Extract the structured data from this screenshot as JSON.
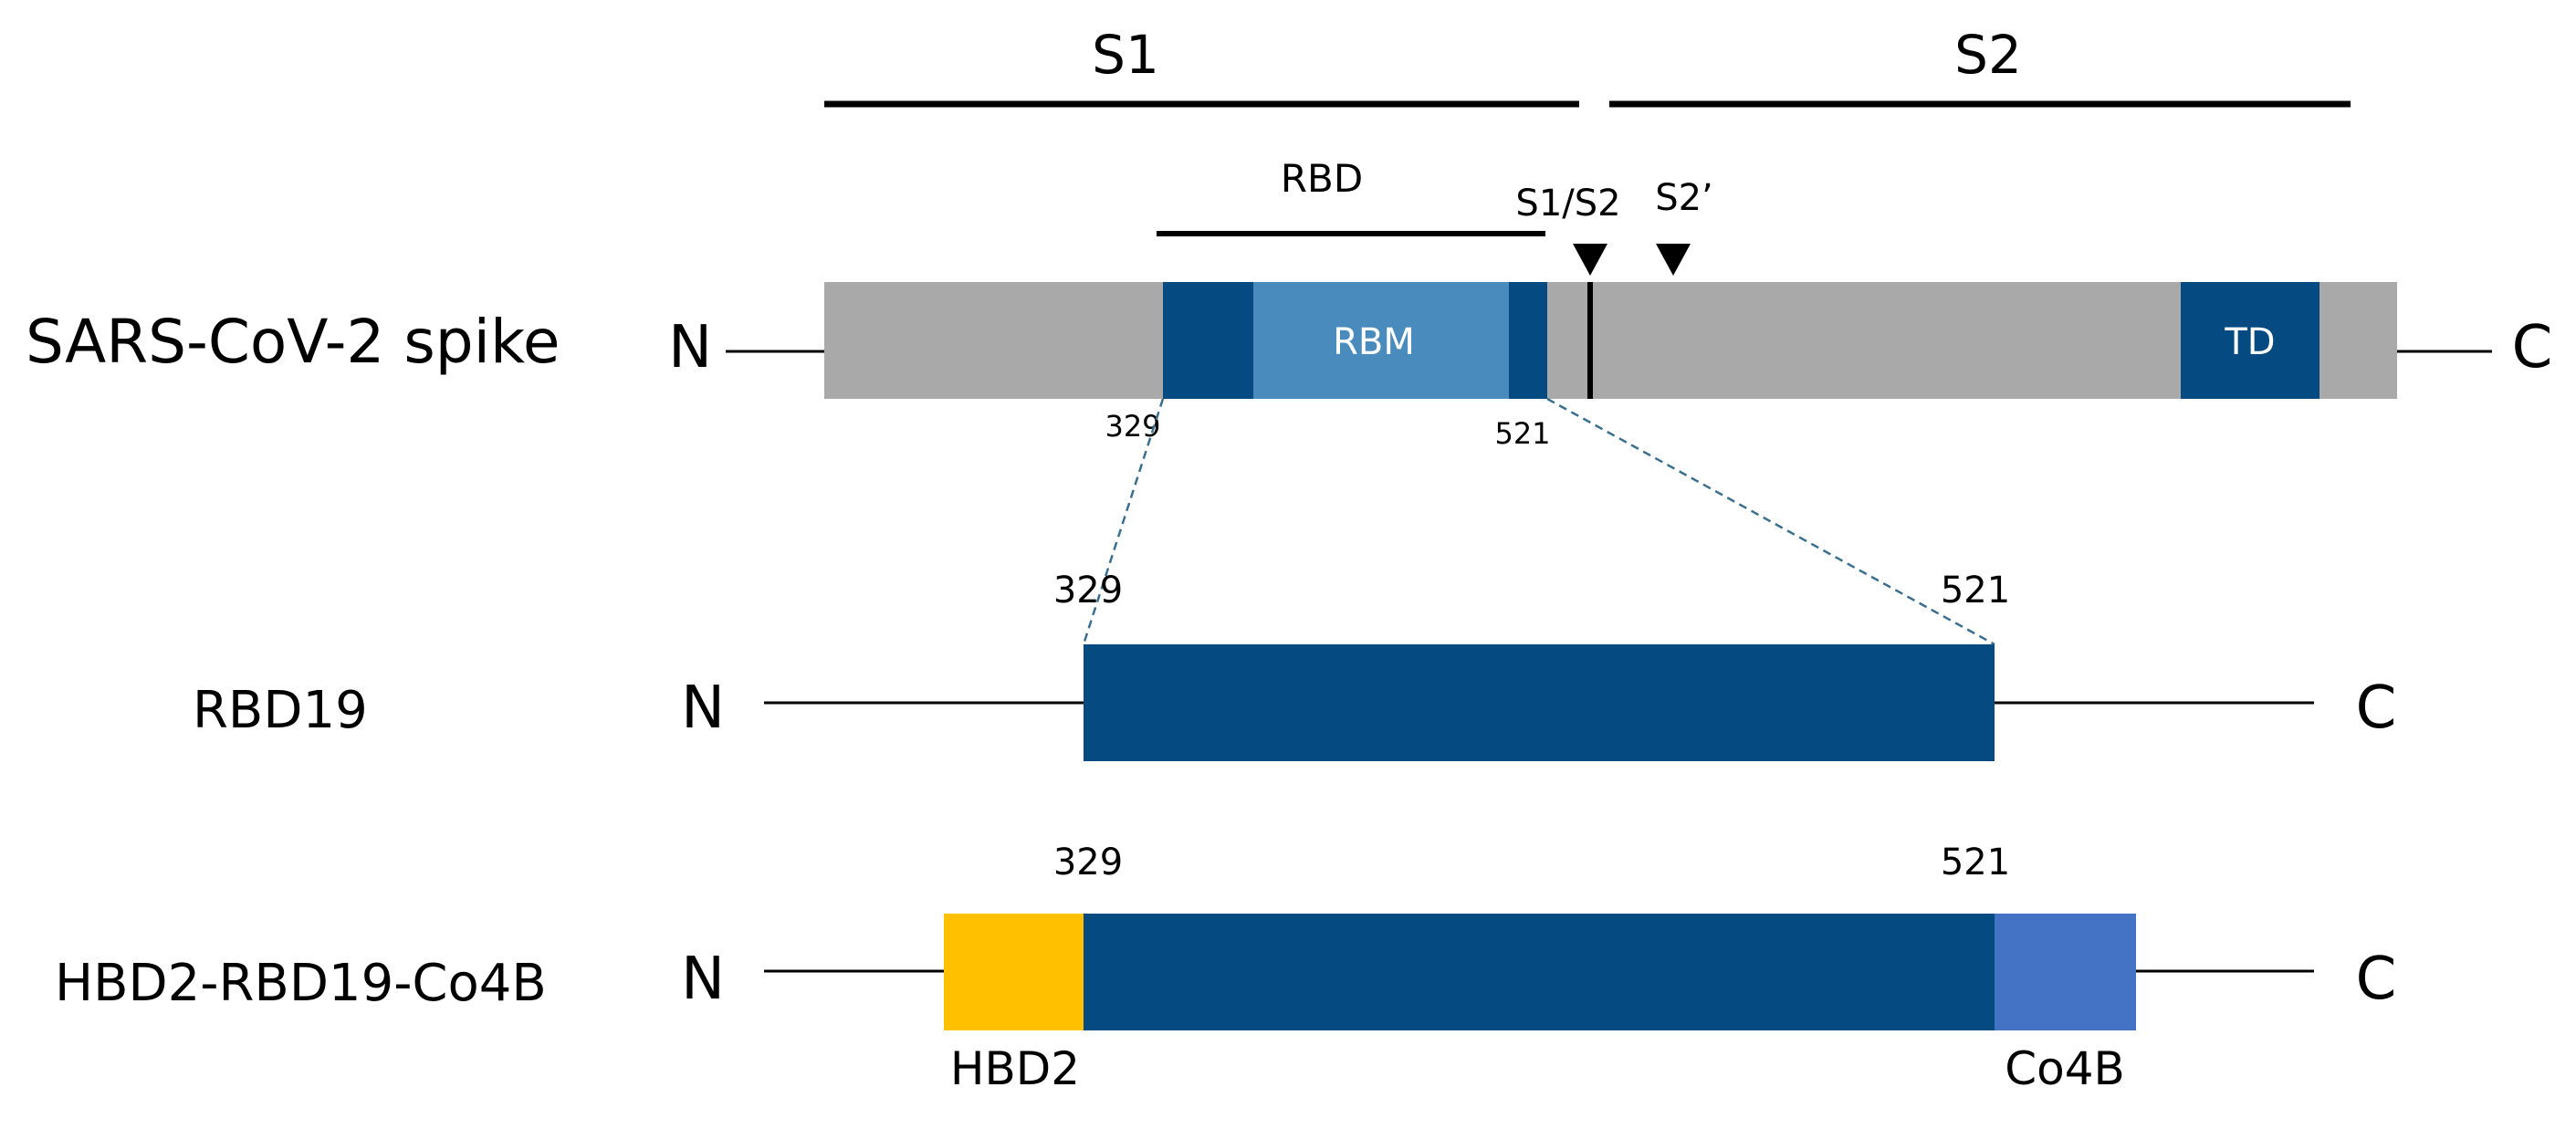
{
  "colors": {
    "domain_dark": "#054A80",
    "rbm_light": "#4A8BBE",
    "spike_gray": "#A9A9A9",
    "hbd2_yellow": "#FFC000",
    "co4b_blue": "#4472C4",
    "line": "#000000",
    "dashed_connector": "#3A6F90"
  },
  "header": {
    "s1_label": "S1",
    "s2_label": "S2",
    "rbd_label": "RBD",
    "s1s2_label": "S1/S2",
    "s2prime_label": "S2’"
  },
  "spike": {
    "name": "SARS-CoV-2 spike",
    "n_label": "N",
    "c_label": "C",
    "rbm_label": "RBM",
    "td_label": "TD",
    "start_residue": "329",
    "end_residue": "521"
  },
  "rbd19": {
    "name": "RBD19",
    "n_label": "N",
    "c_label": "C",
    "start_residue": "329",
    "end_residue": "521"
  },
  "fusion": {
    "name": "HBD2-RBD19-Co4B",
    "n_label": "N",
    "c_label": "C",
    "start_residue": "329",
    "end_residue": "521",
    "hbd2_label": "HBD2",
    "co4b_label": "Co4B"
  }
}
